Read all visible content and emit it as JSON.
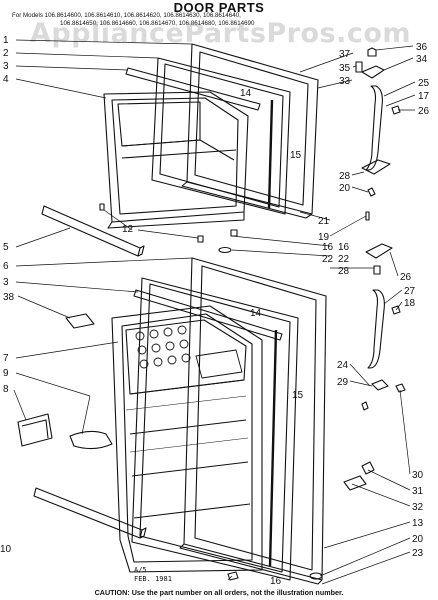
{
  "header": {
    "title": "DOOR PARTS",
    "models_line1": "For Models  106.8614600, 106.8614610, 106.8614620, 106.8614630, 106.8614640,",
    "models_line2": "106.8614650, 106.8614660, 106.8614670, 106.8614680, 106.8614690"
  },
  "watermark": "AppliancePartsPros.com",
  "footer": {
    "revision": "A/5",
    "date": "FEB. 1981",
    "caution": "CAUTION: Use the part number on all orders, not the illustration number."
  },
  "callouts": {
    "left": [
      "1",
      "2",
      "3",
      "4",
      "5",
      "6",
      "3",
      "38",
      "7",
      "9",
      "8",
      "10"
    ],
    "inner": [
      "14",
      "15",
      "12",
      "16",
      "22",
      "14",
      "15",
      "16"
    ],
    "right": [
      "37",
      "35",
      "33",
      "36",
      "34",
      "25",
      "17",
      "26",
      "28",
      "20",
      "21",
      "19",
      "16",
      "22",
      "28",
      "26",
      "27",
      "18",
      "24",
      "29",
      "30",
      "31",
      "32",
      "13",
      "20",
      "23"
    ]
  }
}
